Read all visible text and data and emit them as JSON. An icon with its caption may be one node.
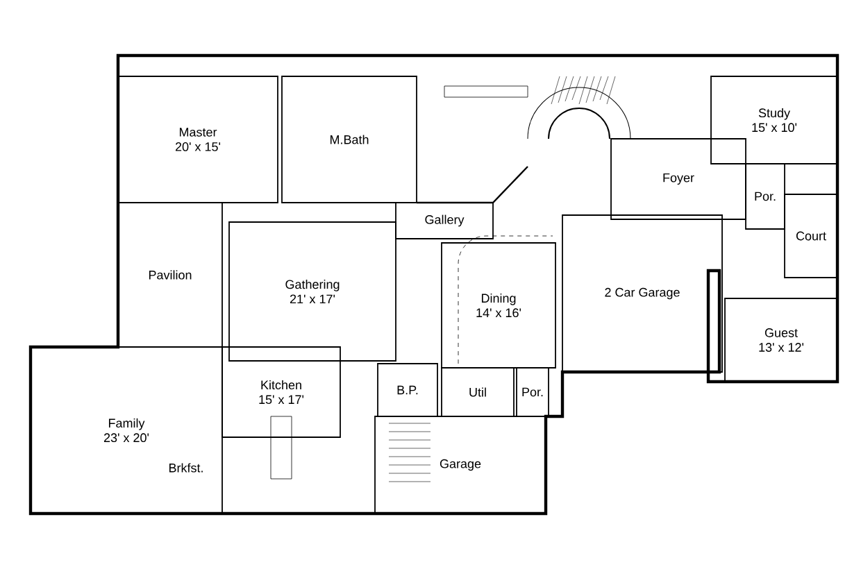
{
  "diagram": {
    "nodes": [
      {
        "text": [
          "Master",
          "20' x 15'"
        ]
      },
      {
        "text": [
          "M.Bath"
        ]
      },
      {
        "text": [
          "Study",
          "15' x 10'"
        ]
      },
      {
        "text": [
          "Foyer"
        ]
      },
      {
        "text": [
          "Gallery"
        ]
      },
      {
        "text": [
          "Por."
        ]
      },
      {
        "text": [
          "Court"
        ]
      },
      {
        "text": [
          "Pavilion"
        ]
      },
      {
        "text": [
          "Gathering",
          "21' x 17'"
        ]
      },
      {
        "text": [
          "Dining",
          "14' x 16'"
        ]
      },
      {
        "text": [
          "2 Car Garage"
        ]
      },
      {
        "text": [
          "Guest",
          "13' x 12'"
        ]
      },
      {
        "text": [
          "Family",
          "23' x 20'"
        ]
      },
      {
        "text": [
          "Kitchen",
          "15' x 17'"
        ]
      },
      {
        "text": [
          "B.P."
        ]
      },
      {
        "text": [
          "Util"
        ]
      },
      {
        "text": [
          "Por."
        ]
      },
      {
        "text": [
          "Garage"
        ]
      }
    ],
    "labels": [
      "Brkfst."
    ]
  }
}
